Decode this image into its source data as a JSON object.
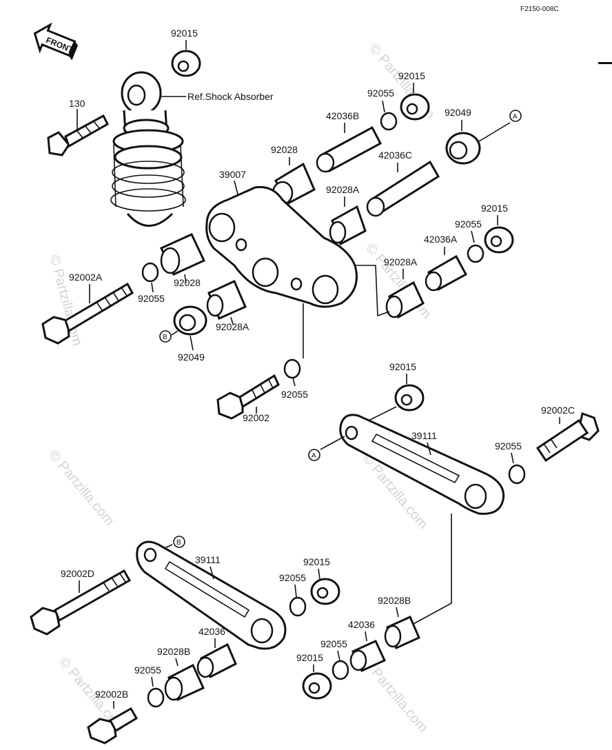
{
  "diagram_code": "F2150-008C",
  "front_label": "FRONT",
  "watermarks": {
    "copyright_symbol": "©",
    "vertical_text": "Partzilla.com",
    "diagonal_text": "Partzilla.com"
  },
  "callouts": {
    "a": "A",
    "b": "B"
  },
  "parts": {
    "p92015_top": "92015",
    "p130": "130",
    "shock_ref": "Ref.Shock Absorber",
    "p92015_r1": "92015",
    "p92055_r1": "92055",
    "p42036b": "42036B",
    "p92049_r": "92049",
    "p92028_top": "92028",
    "p42036c": "42036C",
    "p39007": "39007",
    "p92028a_r": "92028A",
    "p92015_r2": "92015",
    "p92055_r2": "92055",
    "p42036a": "42036A",
    "p92002a": "92002A",
    "p92055_l": "92055",
    "p92028_l": "92028",
    "p92028a_l": "92028A",
    "p92028a_mr": "92028A",
    "p92049_l": "92049",
    "p92055_c": "92055",
    "p92002": "92002",
    "p92015_m": "92015",
    "p92002c": "92002C",
    "p39111_r": "39111",
    "p92055_mr": "92055",
    "p92002d": "92002D",
    "p39111_l": "39111",
    "p92015_b1": "92015",
    "p92055_b1": "92055",
    "p92028b_r": "92028B",
    "p42036_l": "42036",
    "p42036_r": "42036",
    "p92028b_l": "92028B",
    "p92055_bl": "92055",
    "p92055_br": "92055",
    "p92015_b2": "92015",
    "p92002b": "92002B"
  }
}
